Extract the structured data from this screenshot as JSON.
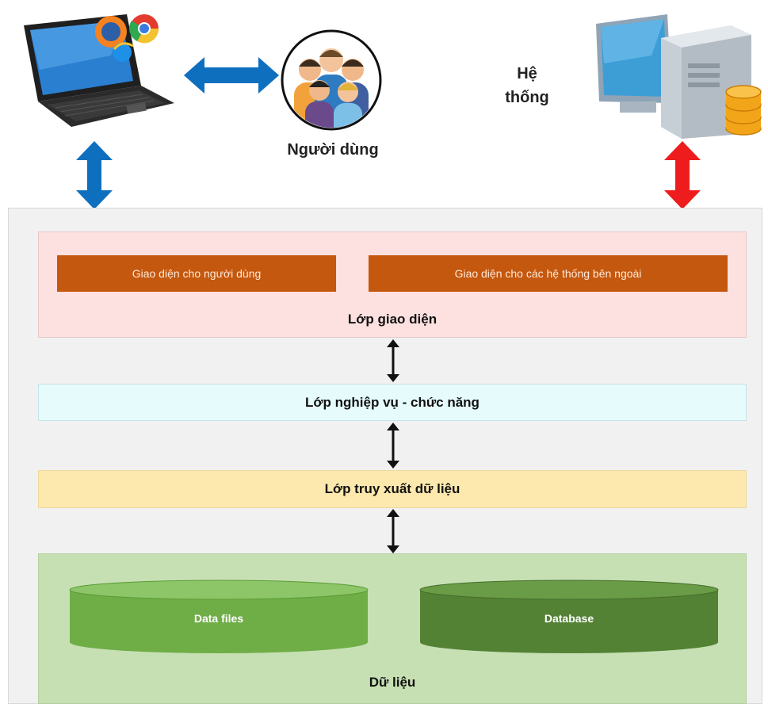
{
  "top": {
    "user_label": "Người dùng",
    "system_label_line1": "Hệ",
    "system_label_line2": "thống"
  },
  "layers": {
    "ui": {
      "title": "Lớp giao diện",
      "box_user": "Giao diện cho người dùng",
      "box_external": "Giao diện cho các hệ thống bên ngoài"
    },
    "business": {
      "title": "Lớp nghiệp vụ - chức năng"
    },
    "data_access": {
      "title": "Lớp truy xuất dữ liệu"
    },
    "data": {
      "title": "Dữ liệu",
      "store_files": "Data files",
      "store_db": "Database"
    }
  },
  "colors": {
    "ui_layer": "#fde0e0",
    "ui_box": "#c5580f",
    "business_layer": "#e6fbfc",
    "data_access_layer": "#fde8ad",
    "data_layer": "#c6e0b3",
    "cylinder_files": "#6fad47",
    "cylinder_db": "#548235",
    "arrow_blue": "#0f6fbf",
    "arrow_red": "#ee1c1c"
  },
  "icons": [
    "laptop-icon",
    "browser-icons",
    "users-group-icon",
    "server-computer-icon",
    "database-coins-icon"
  ]
}
